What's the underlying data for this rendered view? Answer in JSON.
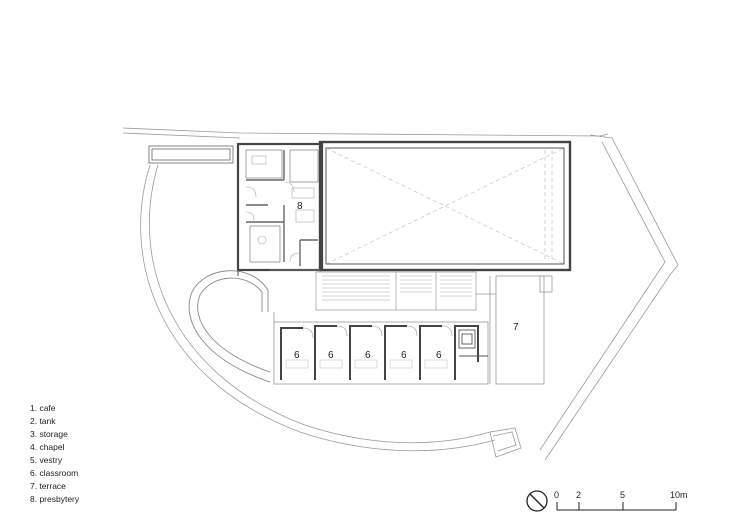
{
  "legend": [
    "1. cafe",
    "2. tank",
    "3. storage",
    "4. chapel",
    "5. vestry",
    "6. classroom",
    "7. terrace",
    "8. presbytery"
  ],
  "room_labels": {
    "presbytery": "8",
    "classroom": "6",
    "terrace": "7"
  },
  "scale_bar": {
    "ticks": [
      "0",
      "2",
      "5",
      "10m"
    ]
  },
  "colors": {
    "line": "#555555",
    "thin": "#9a9a9a",
    "wall": "#444444",
    "text": "#222222"
  }
}
